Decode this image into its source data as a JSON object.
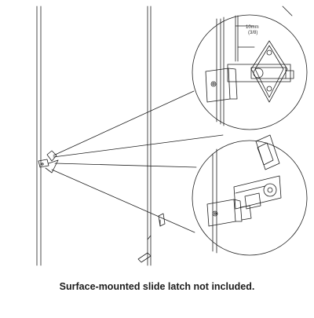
{
  "figure": {
    "caption": "Surface-mounted slide latch not included.",
    "dimension": {
      "metric": "10mm",
      "imperial": "(3/8)"
    }
  },
  "colors": {
    "line": "#1f1f1f",
    "text": "#1c1c1c",
    "background": "#ffffff"
  }
}
